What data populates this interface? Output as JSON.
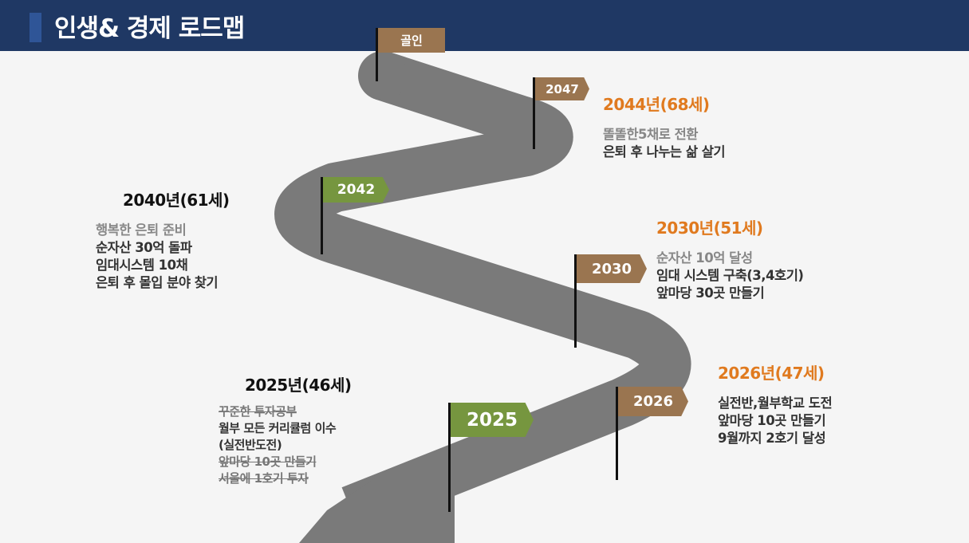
{
  "header": {
    "title": "인생& 경제 로드맵"
  },
  "colors": {
    "header": "#1f3864",
    "accent": "#2f5597",
    "road": "#7a7a7a",
    "flag_brown": "#9a7550",
    "flag_green": "#76963f",
    "highlight": "#e07a1f"
  },
  "flags": {
    "goal": "골인",
    "f2047": "2047",
    "f2042": "2042",
    "f2030": "2030",
    "f2026": "2026",
    "f2025": "2025"
  },
  "milestones": {
    "m2044": {
      "title": "2044년(68세)",
      "items": [
        "똘똘한5채로 전환",
        "은퇴 후 나누는 삶 살기"
      ]
    },
    "m2040": {
      "title": "2040년(61세)",
      "items": [
        "행복한 은퇴 준비",
        "순자산 30억 돌파",
        "임대시스템 10채",
        "은퇴 후 몰입 분야 찾기"
      ]
    },
    "m2030": {
      "title": "2030년(51세)",
      "items": [
        "순자산 10억 달성",
        "임대 시스템 구축(3,4호기)",
        "앞마당 30곳 만들기"
      ]
    },
    "m2026": {
      "title": "2026년(47세)",
      "items": [
        "실전반,월부학교 도전",
        "앞마당 10곳 만들기",
        "9월까지 2호기 달성"
      ]
    },
    "m2025": {
      "title": "2025년(46세)",
      "items": [
        "꾸준한 투자공부",
        "월부 모든 커리큘럼 이수",
        "(실전반도전)",
        "앞마당 10곳 만들기",
        "서울에 1호기 투자"
      ]
    }
  }
}
